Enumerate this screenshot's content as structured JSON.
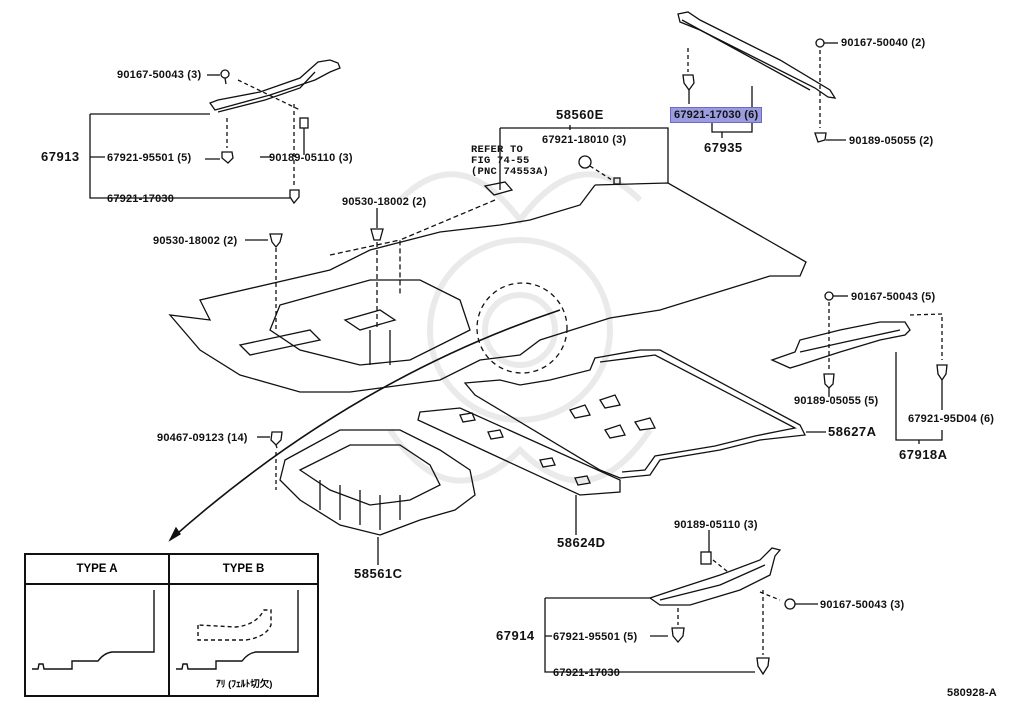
{
  "diagram": {
    "title_code": "580928-A",
    "highlight_color": "#9b9be0",
    "groups": {
      "left_top_trim": {
        "assembly": "67913",
        "parts": [
          {
            "code": "90167-50043",
            "qty": "(3)",
            "text": "90167-50043 (3)"
          },
          {
            "code": "67921-95501",
            "qty": "(5)",
            "text": "67921-95501 (5)"
          },
          {
            "code": "90189-05110",
            "qty": "(3)",
            "text": "90189-05110 (3)"
          },
          {
            "code": "67921-17030",
            "qty": "",
            "text": "67921-17030"
          }
        ]
      },
      "rear_top_trim": {
        "assembly": "67935",
        "parts": [
          {
            "code": "90167-50040",
            "qty": "(2)",
            "text": "90167-50040 (2)"
          },
          {
            "code": "67921-17030",
            "qty": "(6)",
            "text": "67921-17030 (6)",
            "highlighted": true
          },
          {
            "code": "90189-05055",
            "qty": "(2)",
            "text": "90189-05055 (2)"
          }
        ]
      },
      "floor_carpet": {
        "assembly": "58560E",
        "parts": [
          {
            "code": "67921-18010",
            "qty": "(3)",
            "text": "67921-18010 (3)"
          }
        ],
        "reference": [
          "REFER TO",
          "FIG 74-55",
          "(PNC 74553A)"
        ]
      },
      "clips": [
        {
          "code": "90530-18002",
          "qty": "(2)",
          "text": "90530-18002 (2)"
        },
        {
          "code": "90530-18002",
          "qty": "(2)",
          "text": "90530-18002 (2)"
        },
        {
          "code": "90467-09123",
          "qty": "(14)",
          "text": "90467-09123 (14)"
        }
      ],
      "right_trim": {
        "assembly": "67918A",
        "parts": [
          {
            "code": "90167-50043",
            "qty": "(5)",
            "text": "90167-50043 (5)"
          },
          {
            "code": "90189-05055",
            "qty": "(5)",
            "text": "90189-05055 (5)"
          },
          {
            "code": "67921-95D04",
            "qty": "(6)",
            "text": "67921-95D04 (6)"
          }
        ]
      },
      "panels": [
        {
          "code": "58627A"
        },
        {
          "code": "58624D"
        },
        {
          "code": "58561C"
        }
      ],
      "right_bottom_trim": {
        "assembly": "67914",
        "parts": [
          {
            "code": "90189-05110",
            "qty": "(3)",
            "text": "90189-05110 (3)"
          },
          {
            "code": "90167-50043",
            "qty": "(3)",
            "text": "90167-50043 (3)"
          },
          {
            "code": "67921-95501",
            "qty": "(5)",
            "text": "67921-95501 (5)"
          },
          {
            "code": "67921-17030",
            "qty": "",
            "text": "67921-17030"
          }
        ]
      }
    },
    "detail_table": {
      "headers": [
        "TYPE  A",
        "TYPE  B"
      ],
      "type_b_note": "ｱﾘ (ﾌｪﾙﾄ切欠)"
    }
  }
}
